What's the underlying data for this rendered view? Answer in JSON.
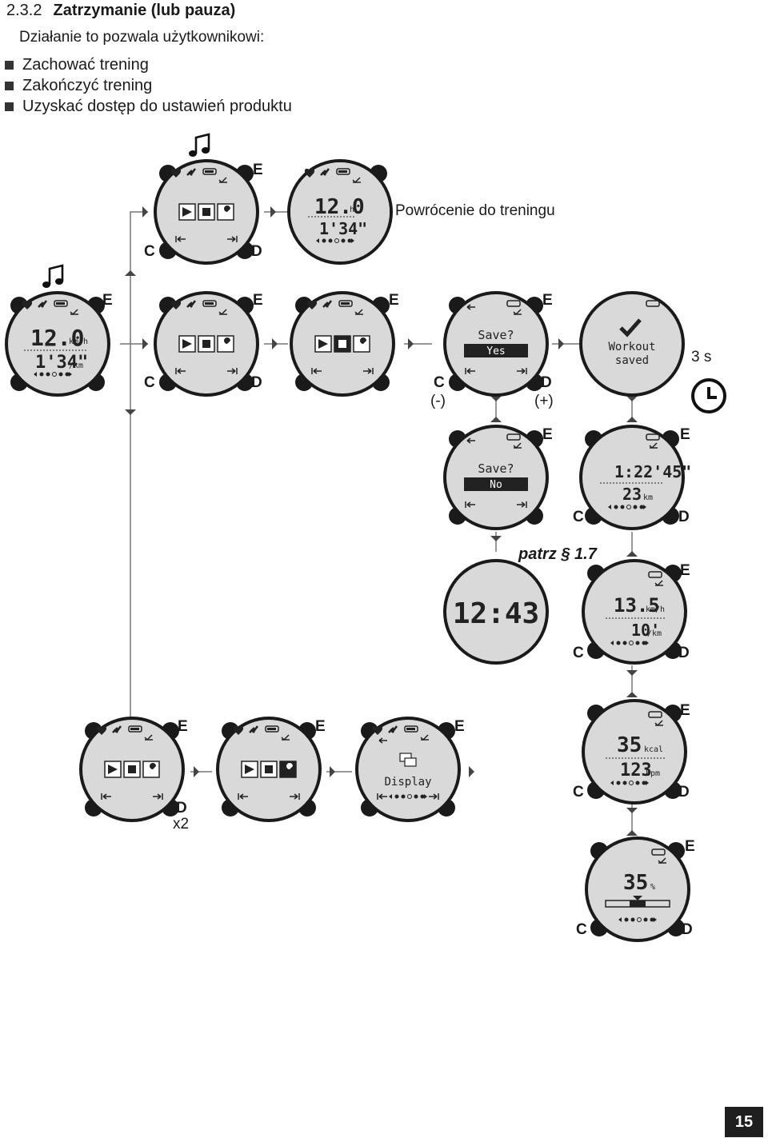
{
  "header": {
    "section_number": "2.3.2",
    "section_title": "Zatrzymanie (lub pauza)"
  },
  "intro": "Działanie to pozwala użytkownikowi:",
  "bullets": [
    "Zachować trening",
    "Zakończyć trening",
    "Uzyskać dostęp do ustawień produktu"
  ],
  "labels": {
    "return_to_training": "Powrócenie do treningu",
    "timer": "3 s",
    "minus": "(-)",
    "plus": "(+)",
    "see_ref": "patrz § 1.7",
    "times_two": "x2"
  },
  "buttons": {
    "c": "C",
    "d": "D",
    "e": "E"
  },
  "screens": {
    "speed_main": "12.0",
    "speed_unit": "km/h",
    "pace_main": "1'34\"",
    "pace_unit": "/km",
    "speed_short": "12.0",
    "speed_short_unit": "h",
    "save_prompt": "Save?",
    "save_yes": "Yes",
    "save_no": "No",
    "workout_saved_1": "Workout",
    "workout_saved_2": "saved",
    "clock": "12:43",
    "summary_time": "1:22'45\"",
    "summary_dist": "23",
    "summary_dist_unit": "km",
    "avg_speed": "13.5",
    "avg_speed_unit": "km/h",
    "avg_pace": "10'",
    "avg_pace_unit": "/km",
    "calories": "35",
    "calories_unit": "kcal",
    "heart_rate": "123",
    "heart_rate_unit": "bpm",
    "percent": "35",
    "percent_unit": "%",
    "display_label": "Display"
  },
  "page_number": "15"
}
